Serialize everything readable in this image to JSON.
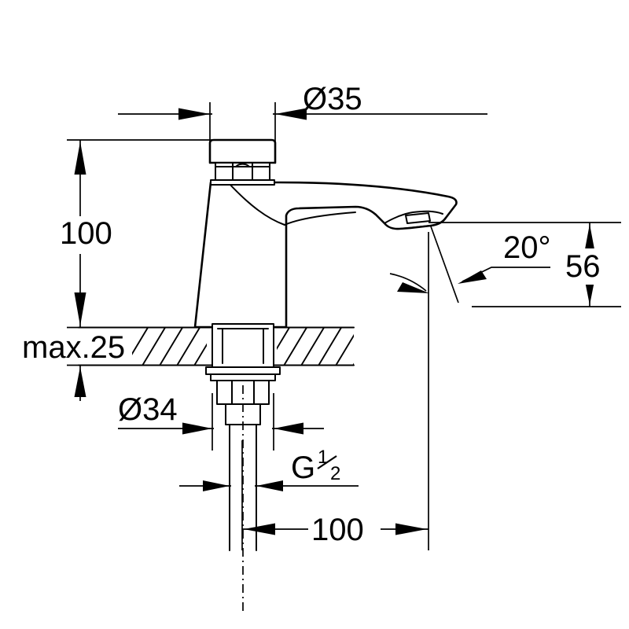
{
  "drawing": {
    "title": "Faucet technical dimension drawing",
    "background_color": "#ffffff",
    "line_color": "#000000",
    "units": "mm"
  },
  "dimensions": {
    "diameter_top": "Ø35",
    "height_above_deck": "100",
    "deck_thickness": "max.25",
    "diameter_shank_flange": "Ø34",
    "thread_label_main": "G",
    "thread_label_num": "1",
    "thread_label_den": "2",
    "spout_height": "56",
    "spout_angle": "20°",
    "projection": "100"
  },
  "labels": {
    "d35": "Ø35",
    "h100": "100",
    "max25": "max.25",
    "d34": "Ø34",
    "g_half_g": "G",
    "g_half_numerator": "1",
    "g_half_denominator": "2",
    "s56": "56",
    "a20": "20°",
    "p100": "100"
  }
}
